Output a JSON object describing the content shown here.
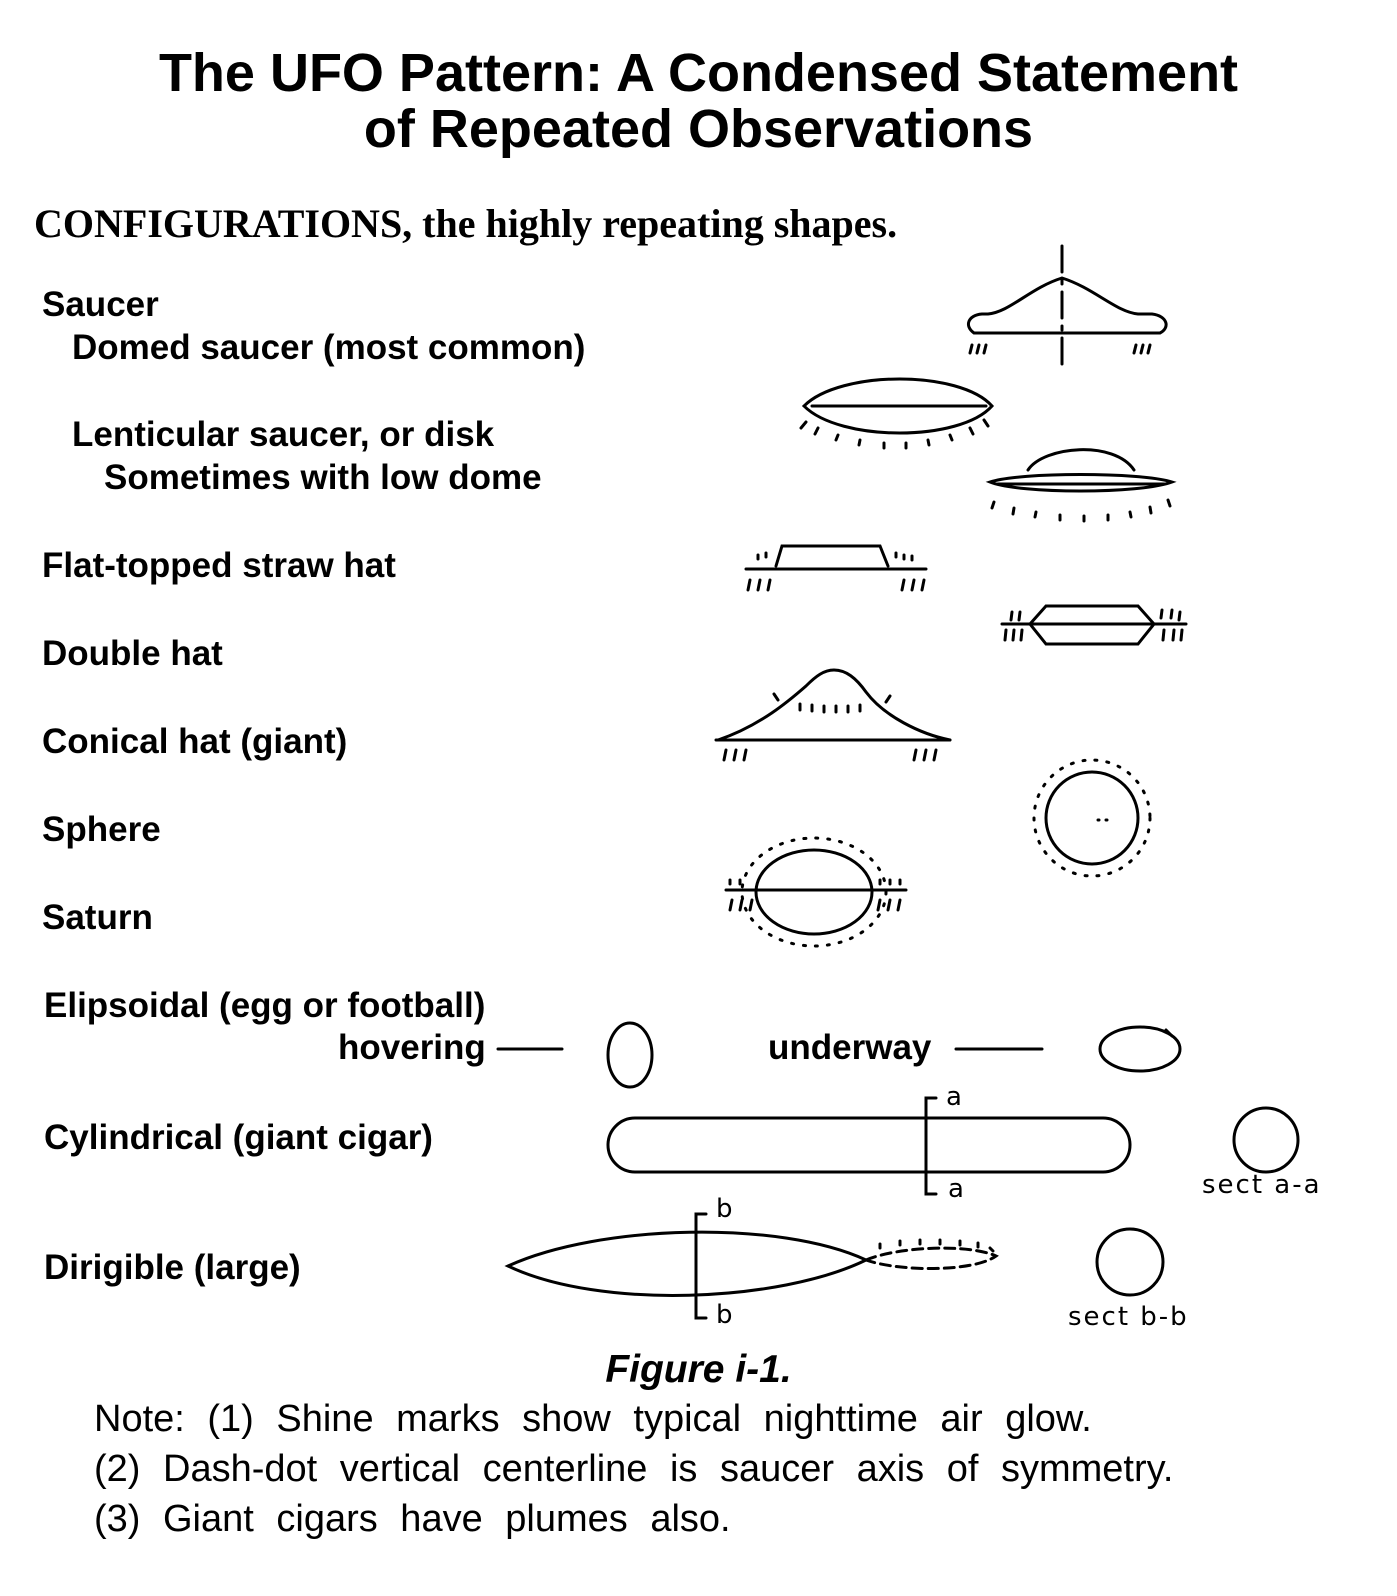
{
  "title": {
    "line1": "The UFO Pattern: A Condensed Statement",
    "line2": "of Repeated Observations"
  },
  "heading": "CONFIGURATIONS, the highly repeating shapes.",
  "labels": {
    "saucer": "Saucer",
    "domed": "Domed saucer (most common)",
    "lenticular": "Lenticular saucer, or disk",
    "low_dome": "Sometimes with low dome",
    "flat_hat": "Flat-topped straw hat",
    "double_hat": "Double hat",
    "conical_hat": "Conical hat (giant)",
    "sphere": "Sphere",
    "saturn": "Saturn",
    "elipsoidal": "Elipsoidal (egg or football)",
    "hovering": "hovering",
    "underway": "underway",
    "cylindrical": "Cylindrical (giant cigar)",
    "dirigible": "Dirigible (large)"
  },
  "drawing_marks": {
    "a_top": "a",
    "a_bottom": "a",
    "sect_a": "sect a-a",
    "b_top": "b",
    "b_bottom": "b",
    "sect_b": "sect b-b"
  },
  "caption": "Figure i-1.",
  "notes": [
    "Note: (1) Shine marks show typical nighttime air glow.",
    "(2) Dash-dot vertical centerline is saucer axis of symmetry.",
    "(3) Giant cigars have plumes also."
  ]
}
